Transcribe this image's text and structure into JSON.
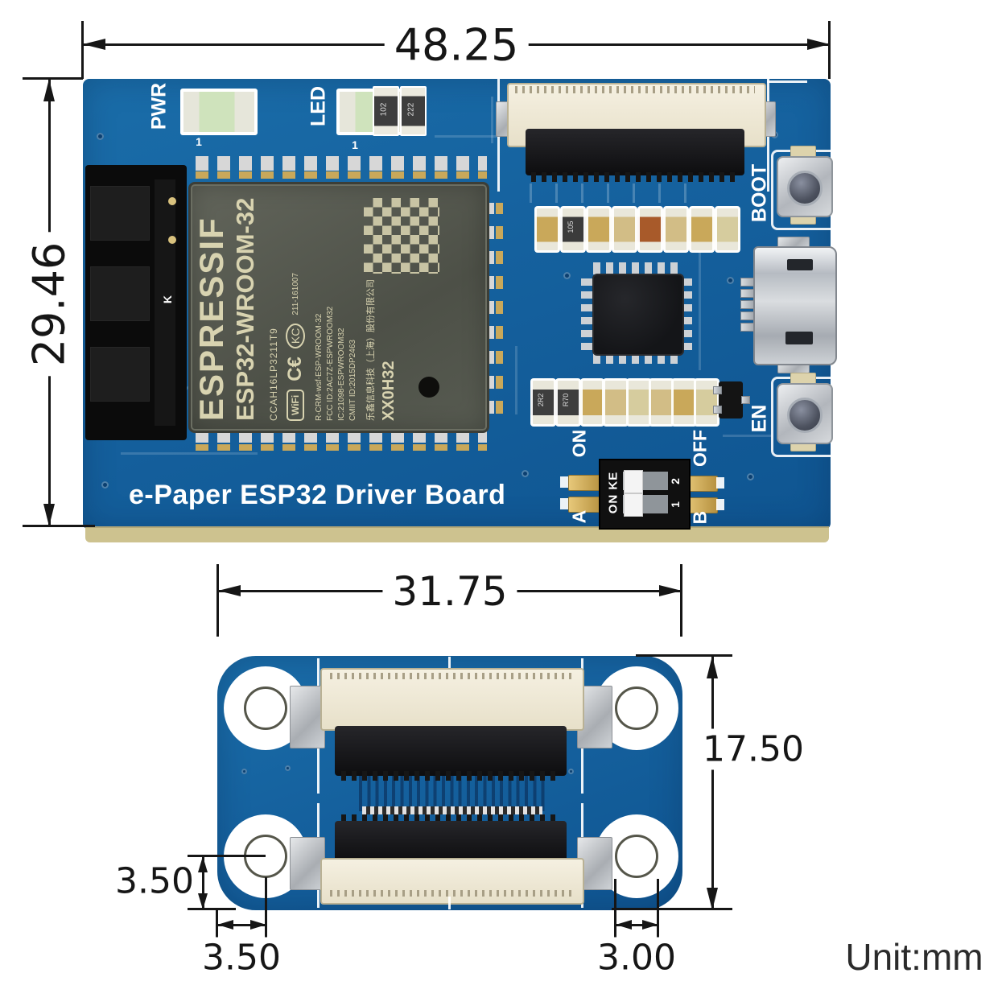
{
  "unit_label": "Unit:mm",
  "dims": {
    "board1_width": "48.25",
    "board1_height": "29.46",
    "board2_width": "31.75",
    "board2_height": "17.50",
    "hole_offset_bottom": "3.50",
    "hole_offset_left": "3.50",
    "hole_diameter": "3.00"
  },
  "board1": {
    "title": "e-Paper ESP32 Driver Board",
    "labels": {
      "pwr": "PWR",
      "led": "LED",
      "boot": "BOOT",
      "en": "EN",
      "on": "ON",
      "off": "OFF",
      "a": "A",
      "b": "B",
      "k": "K",
      "pwr_idx": "1",
      "led_idx": "1"
    },
    "smd": {
      "r102": "102",
      "r222": "222",
      "r105": "105",
      "r2r2": "2R2",
      "r70": "R70"
    },
    "module": {
      "brand": "ESPRESSIF",
      "model": "ESP32-WROOM-32",
      "cert_id": "CCAH16LP3211T9",
      "cert_id2": "211-161007",
      "ce": "C€",
      "kc": "KC",
      "wifi_badge": "WiFi",
      "reg1": "R-CRM-wsf-ESP-WROOM-32",
      "reg2": "FCC ID:2AC7Z-ESPWROOM32",
      "reg3": "IC:21098-ESPWROOM32",
      "reg4": "CMIIT ID:2015DP2463",
      "maker": "乐鑫信息科技（上海）股份有限公司",
      "lot": "XX0H32"
    },
    "dip": {
      "label": "ON KE",
      "sw1": "1",
      "sw2": "2"
    }
  },
  "board2": {},
  "colors": {
    "pcb": "#15619e",
    "pcb_edge": "#cdc28f",
    "dimension": "#161616",
    "silkscreen": "#ffffff",
    "shield": "#565a50",
    "connector_cream": "#efe8d3",
    "gold": "#c9a85a"
  }
}
